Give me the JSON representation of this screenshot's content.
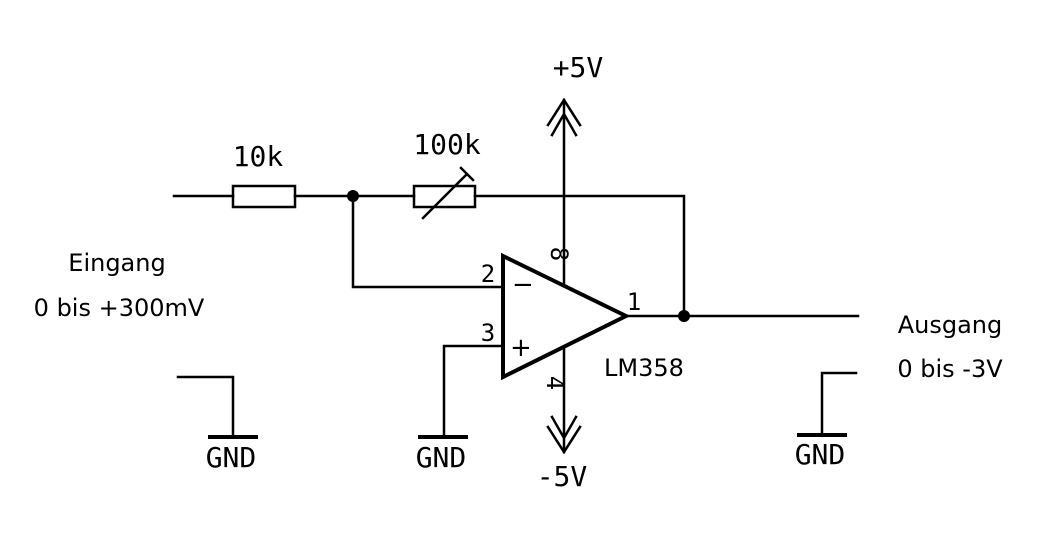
{
  "labels": {
    "vplus": "+5V",
    "vminus": "-5V",
    "r1": "10k",
    "r2": "100k",
    "pin8": "8",
    "pin2": "2",
    "pin3": "3",
    "pin1": "1",
    "pin4": "4",
    "ic": "LM358",
    "input_title": "Eingang",
    "input_range": "0 bis +300mV",
    "output_title": "Ausgang",
    "output_range": "0 bis -3V",
    "gnd": "GND",
    "minus_sign": "−",
    "plus_sign": "+"
  }
}
